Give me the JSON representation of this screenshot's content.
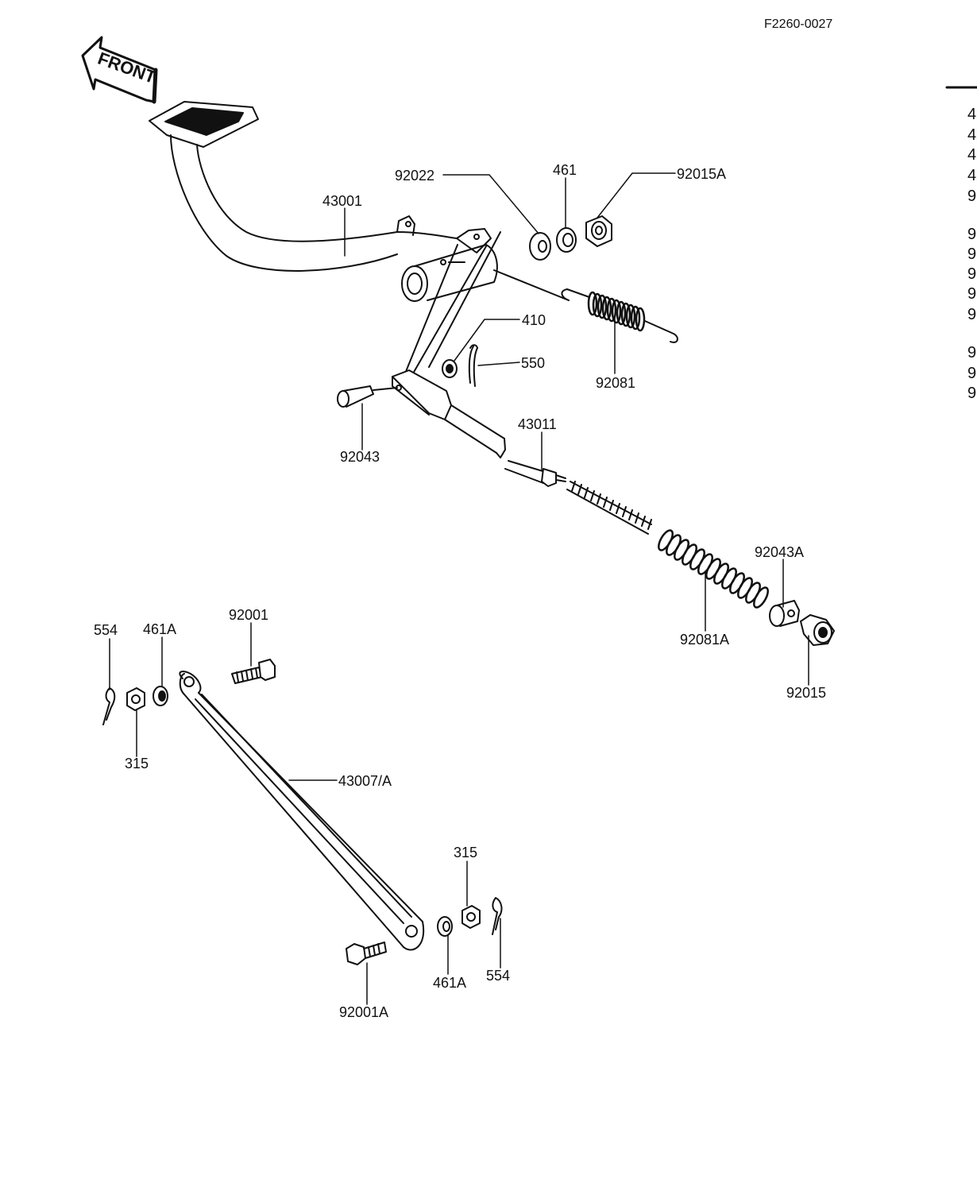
{
  "figure_code": "F2260-0027",
  "front_arrow": {
    "text": "FRONT"
  },
  "callouts": {
    "p43001": "43001",
    "p92022": "92022",
    "p461": "461",
    "p92015A": "92015A",
    "p410": "410",
    "p550": "550",
    "p92081": "92081",
    "p43011": "43011",
    "p92043": "92043",
    "p92043A": "92043A",
    "p92081A": "92081A",
    "p92015": "92015",
    "p554_left": "554",
    "p461A_left": "461A",
    "p92001": "92001",
    "p315_left": "315",
    "p43007A": "43007/A",
    "p315_right": "315",
    "p554_right": "554",
    "p461A_right": "461A",
    "p92001A": "92001A"
  },
  "right_edge_chars": [
    "4",
    "4",
    "4",
    "4",
    "9",
    "9",
    "9",
    "9",
    "9",
    "9",
    "9",
    "9",
    "9"
  ],
  "colors": {
    "ink": "#111111",
    "paper": "#ffffff"
  }
}
